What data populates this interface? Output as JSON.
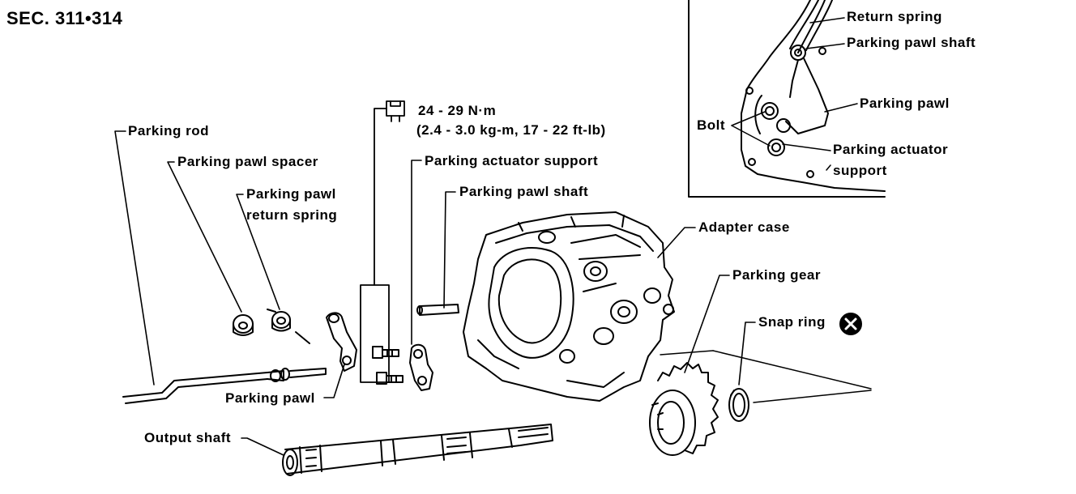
{
  "section": "SEC. 311•314",
  "torque": {
    "primary": "24 - 29 N·m",
    "secondary": "(2.4 - 3.0 kg-m, 17 - 22 ft-lb)"
  },
  "labels": {
    "parking_rod": "Parking rod",
    "parking_pawl_spacer": "Parking pawl spacer",
    "parking_pawl_return_spring_line1": "Parking pawl",
    "parking_pawl_return_spring_line2": "return spring",
    "parking_actuator_support": "Parking actuator support",
    "parking_pawl_shaft": "Parking pawl shaft",
    "adapter_case": "Adapter case",
    "parking_gear": "Parking gear",
    "snap_ring": "Snap ring",
    "parking_pawl": "Parking pawl",
    "output_shaft": "Output shaft"
  },
  "inset": {
    "return_spring": "Return spring",
    "parking_pawl_shaft": "Parking pawl shaft",
    "parking_pawl": "Parking pawl",
    "bolt": "Bolt",
    "parking_actuator_line1": "Parking actuator",
    "parking_actuator_line2": "support"
  }
}
